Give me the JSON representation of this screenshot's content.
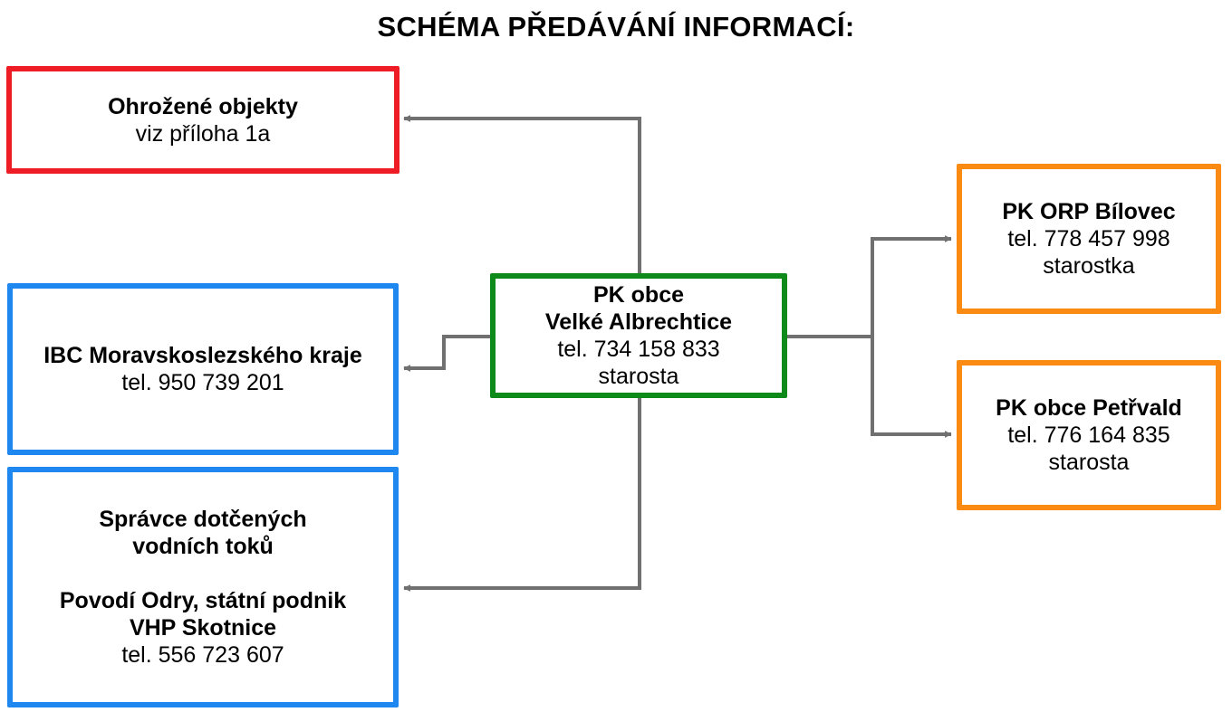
{
  "title": "SCHÉMA PŘEDÁVÁNÍ INFORMACÍ:",
  "colors": {
    "red": "#ee1c25",
    "blue": "#1e88f0",
    "green": "#0d8a1a",
    "orange": "#fb8a12",
    "connector": "#707070"
  },
  "nodes": {
    "threatened": {
      "name": "Ohrožené objekty",
      "line1": "viz příloha 1a"
    },
    "ibc": {
      "name": "IBC Moravskoslezského kraje",
      "phone": "tel. 950 739 201"
    },
    "water": {
      "heading1": "Správce dotčených",
      "heading2": "vodních toků",
      "org1": "Povodí Odry, státní podnik",
      "org2": "VHP Skotnice",
      "phone": "tel. 556 723 607"
    },
    "center": {
      "name1": "PK obce",
      "name2": "Velké Albrechtice",
      "phone": "tel. 734 158 833",
      "role": "starosta"
    },
    "orp": {
      "name": "PK ORP Bílovec",
      "phone": "tel. 778 457 998",
      "role": "starostka"
    },
    "petrvald": {
      "name": "PK obce Petřvald",
      "phone": "tel. 776 164 835",
      "role": "starosta"
    }
  }
}
